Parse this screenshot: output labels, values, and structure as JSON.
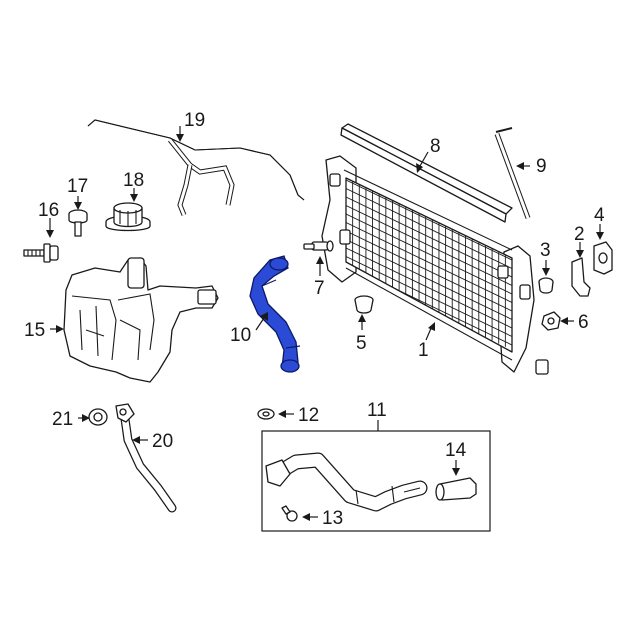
{
  "diagram": {
    "highlight_color": "#2b4bd6",
    "callouts": {
      "c1": "1",
      "c2": "2",
      "c3": "3",
      "c4": "4",
      "c5": "5",
      "c6": "6",
      "c7": "7",
      "c8": "8",
      "c9": "9",
      "c10": "10",
      "c11": "11",
      "c12": "12",
      "c13": "13",
      "c14": "14",
      "c15": "15",
      "c16": "16",
      "c17": "17",
      "c18": "18",
      "c19": "19",
      "c20": "20",
      "c21": "21"
    }
  }
}
